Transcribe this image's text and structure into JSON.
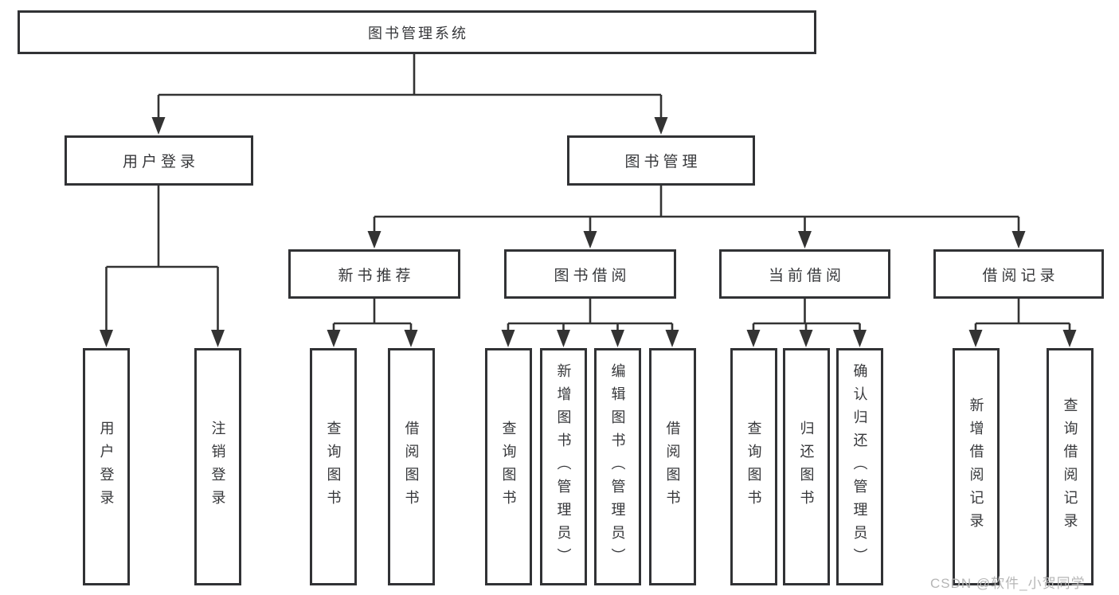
{
  "diagram": {
    "root": {
      "label": "图书管理系统"
    },
    "branches": [
      {
        "label": "用户登录",
        "children": [
          {
            "label": "用户登录"
          },
          {
            "label": "注销登录"
          }
        ]
      },
      {
        "label": "图书管理",
        "children": [
          {
            "label": "新书推荐",
            "children": [
              {
                "label": "查询图书"
              },
              {
                "label": "借阅图书"
              }
            ]
          },
          {
            "label": "图书借阅",
            "children": [
              {
                "label": "查询图书"
              },
              {
                "label": "新增图书（管理员）"
              },
              {
                "label": "编辑图书（管理员）"
              },
              {
                "label": "借阅图书"
              }
            ]
          },
          {
            "label": "当前借阅",
            "children": [
              {
                "label": "查询图书"
              },
              {
                "label": "归还图书"
              },
              {
                "label": "确认归还（管理员）"
              }
            ]
          },
          {
            "label": "借阅记录",
            "children": [
              {
                "label": "新增借阅记录"
              },
              {
                "label": "查询借阅记录"
              }
            ]
          }
        ]
      }
    ]
  },
  "colors": {
    "line": "#333333",
    "node_border": "#313235",
    "text": "#37383b",
    "watermark": "#b6b6b6",
    "background": "#ffffff"
  },
  "watermark": {
    "text": "CSDN @软件_小贺同学"
  }
}
